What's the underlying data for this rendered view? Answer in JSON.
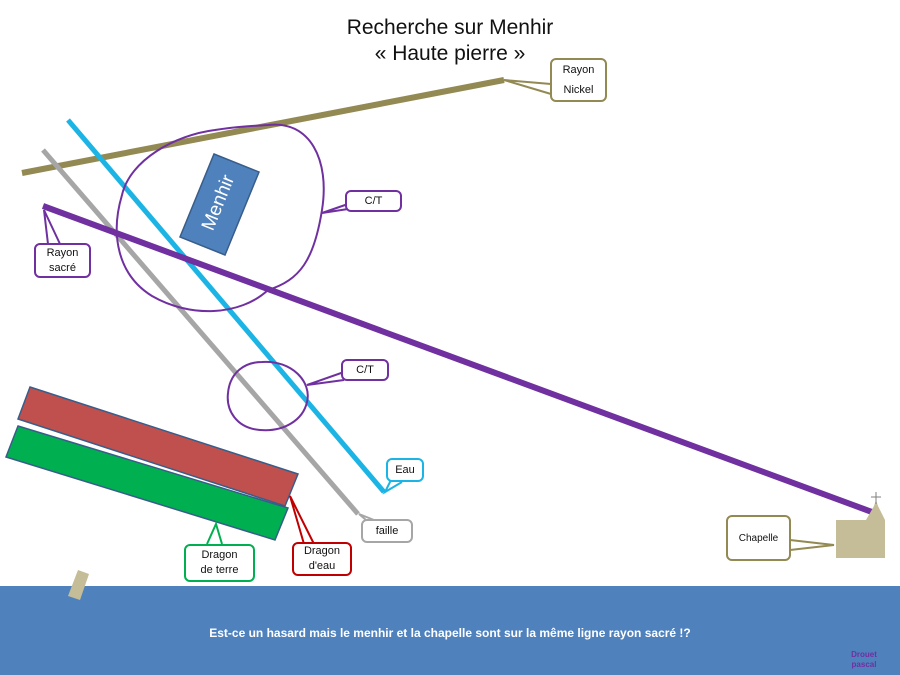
{
  "title": {
    "line1": "Recherche sur Menhir",
    "line2": "« Haute pierre »"
  },
  "labels": {
    "rayon_nickel": [
      "Rayon",
      "Nickel"
    ],
    "rayon_sacre": [
      "Rayon",
      "sacré"
    ],
    "ct_top": "C/T",
    "ct_bottom": "C/T",
    "eau": "Eau",
    "faille": "faille",
    "chapelle": "Chapelle",
    "dragon_terre": [
      "Dragon",
      "de terre"
    ],
    "dragon_eau": [
      "Dragon",
      "d'eau"
    ],
    "menhir": "Menhir"
  },
  "footer": {
    "text": "Est-ce un hasard mais le menhir et la chapelle sont sur la même ligne rayon sacré !?",
    "signature": [
      "Drouet",
      "pascal"
    ]
  },
  "colors": {
    "nickel": "#938953",
    "sacre": "#7030a0",
    "eau": "#1cb4e4",
    "faille": "#a6a6a6",
    "menhir": "#4f81bd",
    "dragon_eau": "#c0504d",
    "dragon_terre": "#00b050",
    "dragon_eau_label": "#c00000",
    "footer_band": "#4f81bd",
    "chapelle": "#c4bd97"
  }
}
